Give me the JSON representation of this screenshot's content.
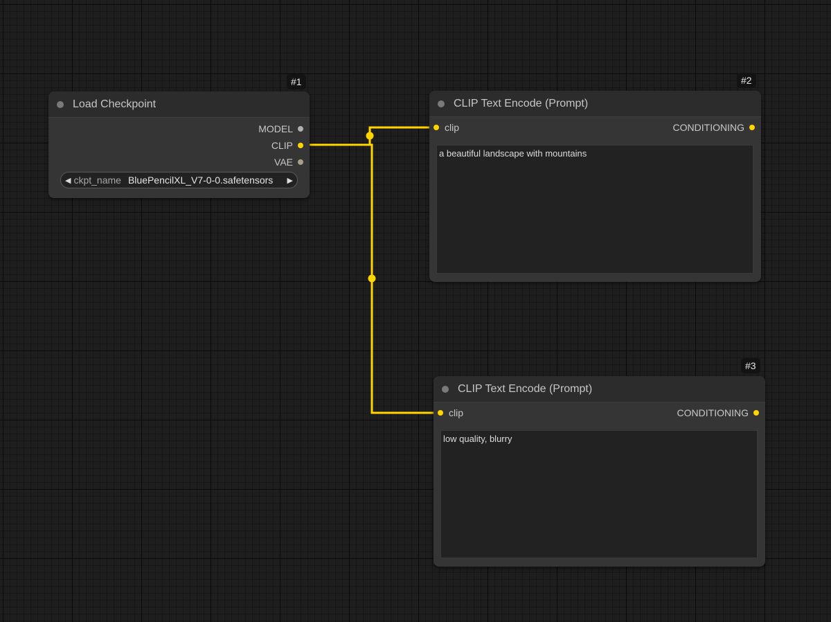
{
  "colors": {
    "clip": "#ffd500",
    "model": "#b0b0b0",
    "vae": "#a8a08a",
    "canvas_bg": "#1e1e1e",
    "node_bg": "#353535"
  },
  "nodes": {
    "load_checkpoint": {
      "id_badge": "#1",
      "title": "Load Checkpoint",
      "outputs": [
        "MODEL",
        "CLIP",
        "VAE"
      ],
      "widget": {
        "name": "ckpt_name",
        "value": "BluePencilXL_V7-0-0.safetensors",
        "left_arrow_icon": "triangle-left-icon",
        "right_arrow_icon": "triangle-right-icon"
      }
    },
    "clip_text_encode_1": {
      "id_badge": "#2",
      "title": "CLIP Text Encode (Prompt)",
      "input": "clip",
      "output": "CONDITIONING",
      "text": "a beautiful landscape with mountains"
    },
    "clip_text_encode_2": {
      "id_badge": "#3",
      "title": "CLIP Text Encode (Prompt)",
      "input": "clip",
      "output": "CONDITIONING",
      "text": "low quality, blurry"
    }
  }
}
